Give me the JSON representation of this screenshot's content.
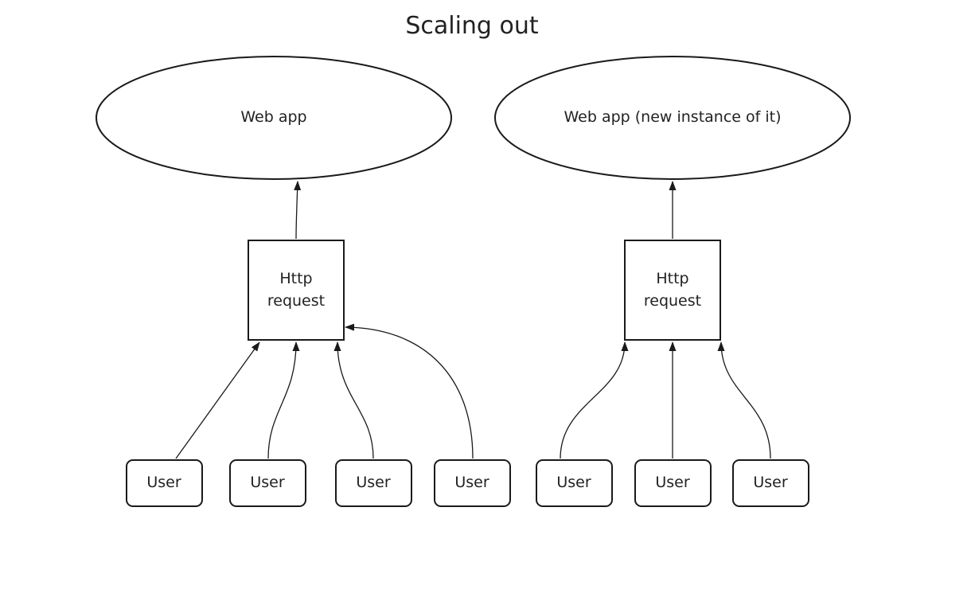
{
  "diagram": {
    "title": "Scaling out",
    "web_app_1": "Web app",
    "web_app_2": "Web app (new instance of it)",
    "http_request_1": {
      "line1": "Http",
      "line2": "request"
    },
    "http_request_2": {
      "line1": "Http",
      "line2": "request"
    },
    "users": [
      "User",
      "User",
      "User",
      "User",
      "User",
      "User",
      "User"
    ]
  }
}
